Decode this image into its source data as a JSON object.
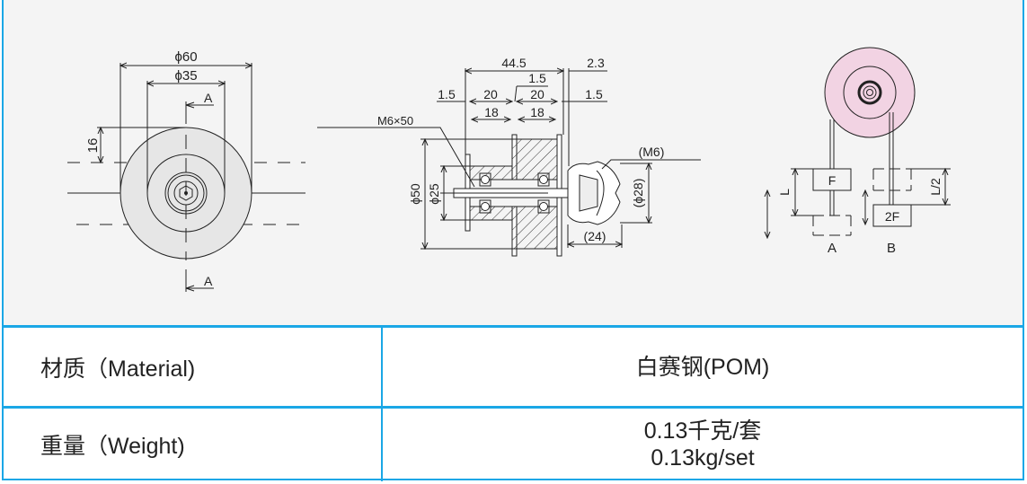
{
  "drawing": {
    "front_view": {
      "dia_outer": "ϕ60",
      "dia_inner": "ϕ35",
      "dim_16": "16",
      "section_top": "A",
      "section_bottom": "A"
    },
    "section_view": {
      "overall": "44.5",
      "gap_right": "2.3",
      "mid_flange": "1.5",
      "left_flange": "1.5",
      "right_flange": "1.5",
      "width_left": "20",
      "width_right": "20",
      "inner_left": "18",
      "inner_right": "18",
      "bolt": "M6×50",
      "dia_50": "ϕ50",
      "dia_25": "ϕ25",
      "knob_thread": "(M6)",
      "knob_dia": "(ϕ28)",
      "knob_len": "(24)"
    },
    "usage_view": {
      "load_a": "F",
      "load_b": "2F",
      "stroke_a": "L",
      "stroke_b": "L/2",
      "label_a": "A",
      "label_b": "B"
    },
    "colors": {
      "border": "#1aa7e6",
      "pulley_fill": "#f2d3e3",
      "background": "#f4f4f4"
    }
  },
  "specs": [
    {
      "label": "材质（Material)",
      "value": "白赛钢(POM)"
    },
    {
      "label": "重量（Weight)",
      "value_line1": "0.13千克/套",
      "value_line2": "0.13kg/set"
    }
  ]
}
